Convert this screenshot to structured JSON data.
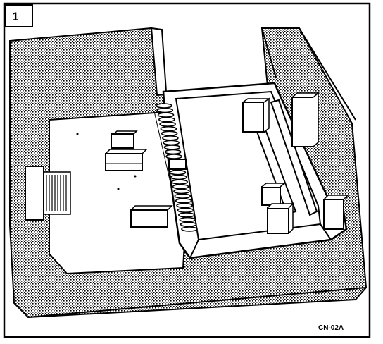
{
  "figure": {
    "step_number": "1",
    "figure_code": "CN-02A",
    "colors": {
      "ink": "#000000",
      "paper": "#ffffff",
      "halftone": "#808080"
    },
    "parts": [
      "outer-border",
      "step-number-box",
      "hatched-chassis",
      "system-board",
      "board-connector",
      "board-chip",
      "board-edge-connector",
      "drive-bay-frame",
      "bay-guide-rail",
      "bay-latch-block"
    ]
  }
}
